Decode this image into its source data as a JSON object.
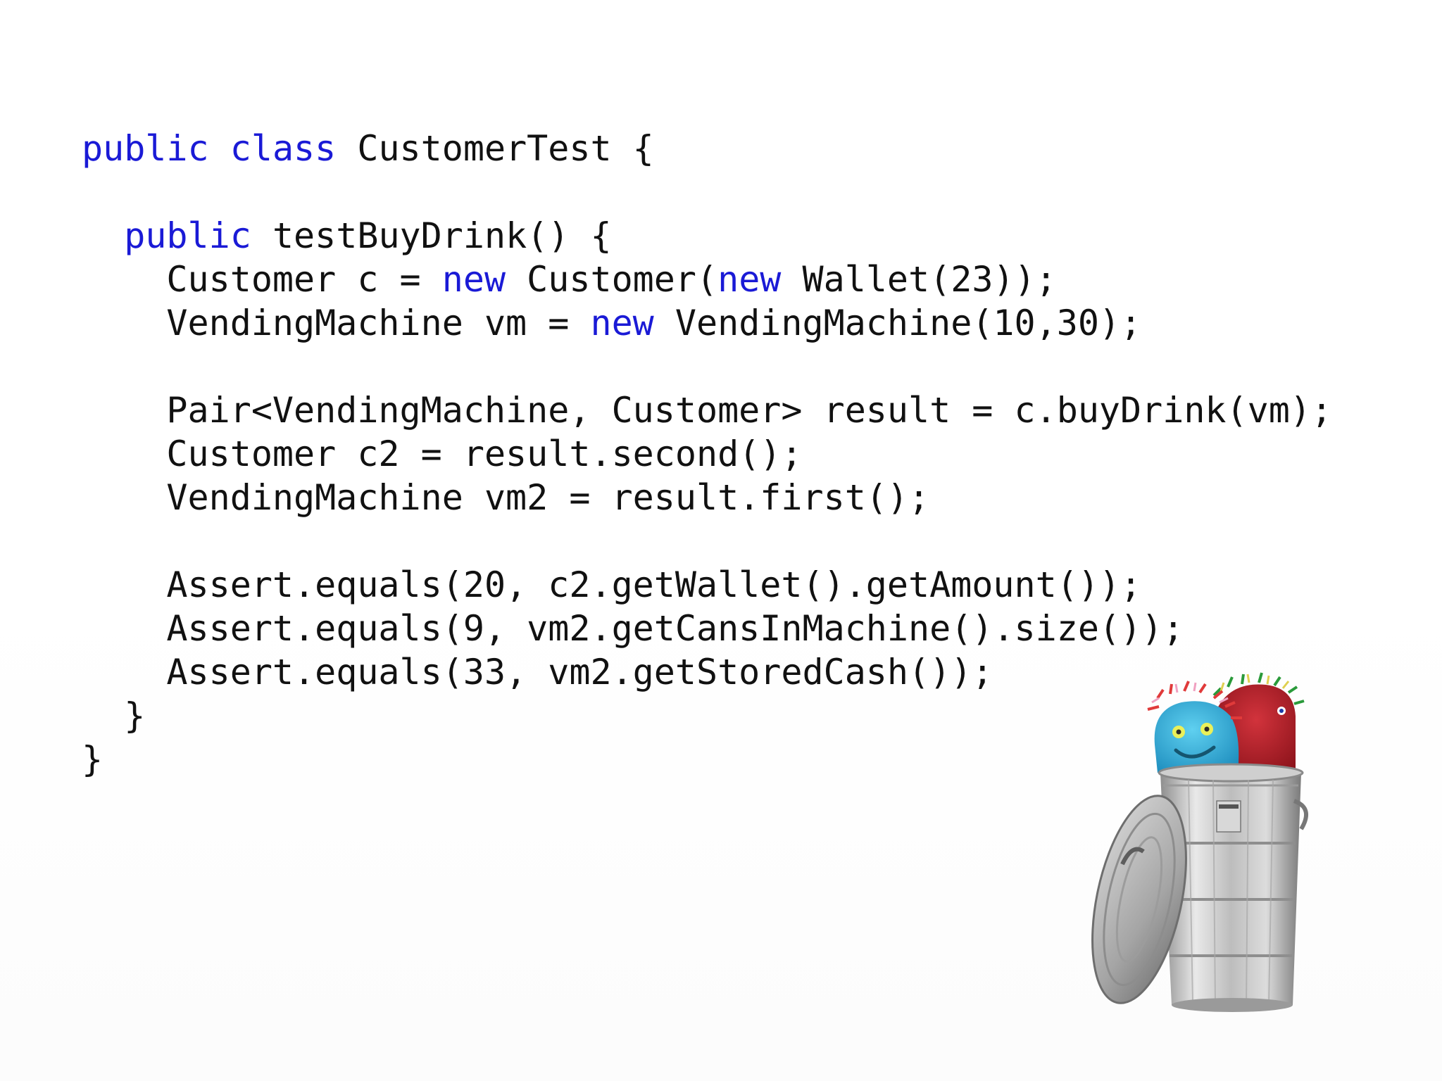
{
  "colors": {
    "keyword": "#1a1ad6",
    "text": "#111111",
    "background": "#ffffff"
  },
  "code_lines": [
    [
      {
        "t": "public",
        "k": true
      },
      {
        "t": " ",
        "k": false
      },
      {
        "t": "class",
        "k": true
      },
      {
        "t": " CustomerTest {",
        "k": false
      }
    ],
    [],
    [
      {
        "t": "  ",
        "k": false
      },
      {
        "t": "public",
        "k": true
      },
      {
        "t": " testBuyDrink() {",
        "k": false
      }
    ],
    [
      {
        "t": "    Customer c = ",
        "k": false
      },
      {
        "t": "new",
        "k": true
      },
      {
        "t": " Customer(",
        "k": false
      },
      {
        "t": "new",
        "k": true
      },
      {
        "t": " Wallet(23));",
        "k": false
      }
    ],
    [
      {
        "t": "    VendingMachine vm = ",
        "k": false
      },
      {
        "t": "new",
        "k": true
      },
      {
        "t": " VendingMachine(10,30);",
        "k": false
      }
    ],
    [],
    [
      {
        "t": "    Pair<VendingMachine, Customer> result = c.buyDrink(vm);",
        "k": false
      }
    ],
    [
      {
        "t": "    Customer c2 = result.second();",
        "k": false
      }
    ],
    [
      {
        "t": "    VendingMachine vm2 = result.first();",
        "k": false
      }
    ],
    [],
    [
      {
        "t": "    Assert.equals(20, c2.getWallet().getAmount());",
        "k": false
      }
    ],
    [
      {
        "t": "    Assert.equals(9, vm2.getCansInMachine().size());",
        "k": false
      }
    ],
    [
      {
        "t": "    Assert.equals(33, vm2.getStoredCash());",
        "k": false
      }
    ],
    [
      {
        "t": "  }",
        "k": false
      }
    ],
    [
      {
        "t": "}",
        "k": false
      }
    ]
  ],
  "illustration": {
    "icon": "trash-can-with-sock-puppets-icon"
  }
}
